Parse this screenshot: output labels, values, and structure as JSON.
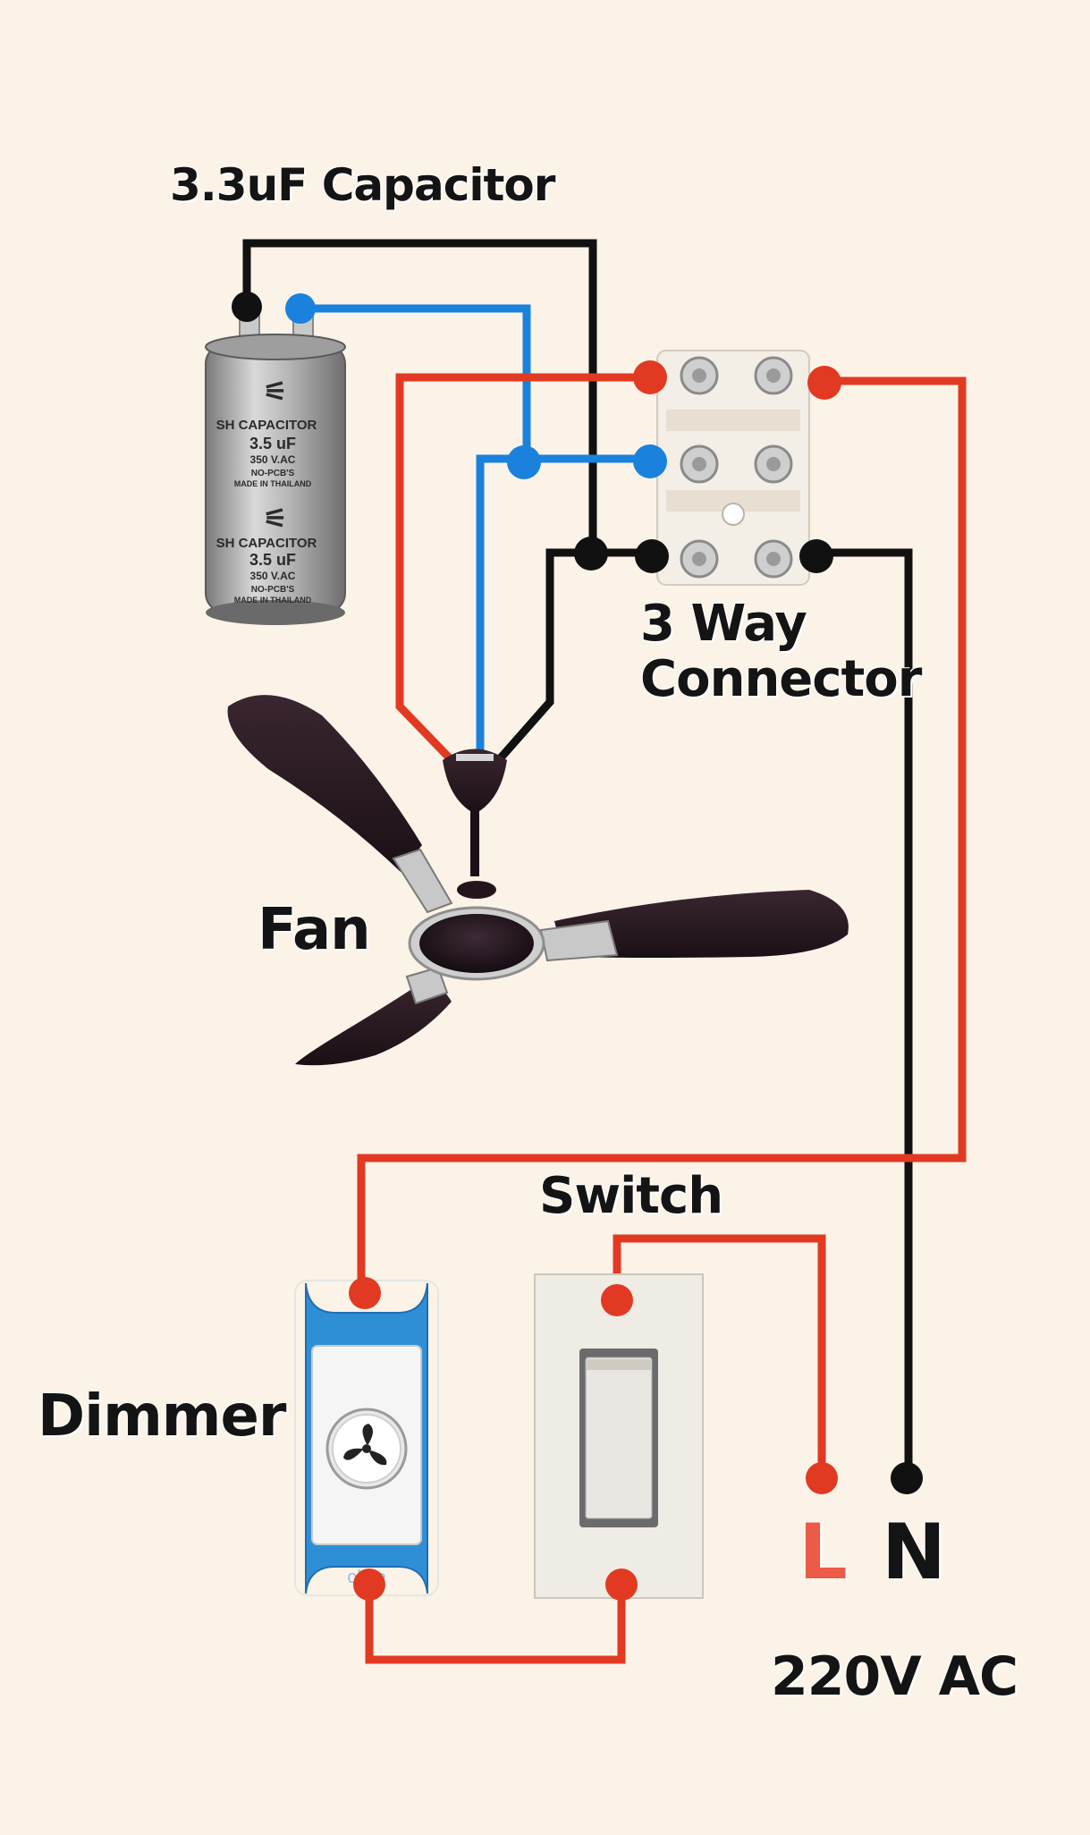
{
  "labels": {
    "capacitor": "3.3uF Capacitor",
    "connector_line1": "3 Way",
    "connector_line2": "Connector",
    "fan": "Fan",
    "switch": "Switch",
    "dimmer": "Dimmer",
    "live": "L",
    "neutral": "N",
    "supply": "220V AC"
  },
  "capacitor_print": {
    "brand": "SH CAPACITOR",
    "rating": "3.5 uF",
    "voltage": "350 V.AC",
    "note": "NO-PCB'S",
    "origin": "MADE IN THAILAND"
  },
  "dimmer_brand": "olete",
  "colors": {
    "background": "#fbf3e7",
    "live_wire": "#e23a22",
    "neutral_wire": "#111111",
    "capacitor_wire": "#1a82dc",
    "fan_body": "#2a1a22",
    "dimmer_frame": "#2f8fd6",
    "label_live": "#ec5a48"
  },
  "icons": [
    "fan-speed-icon"
  ]
}
